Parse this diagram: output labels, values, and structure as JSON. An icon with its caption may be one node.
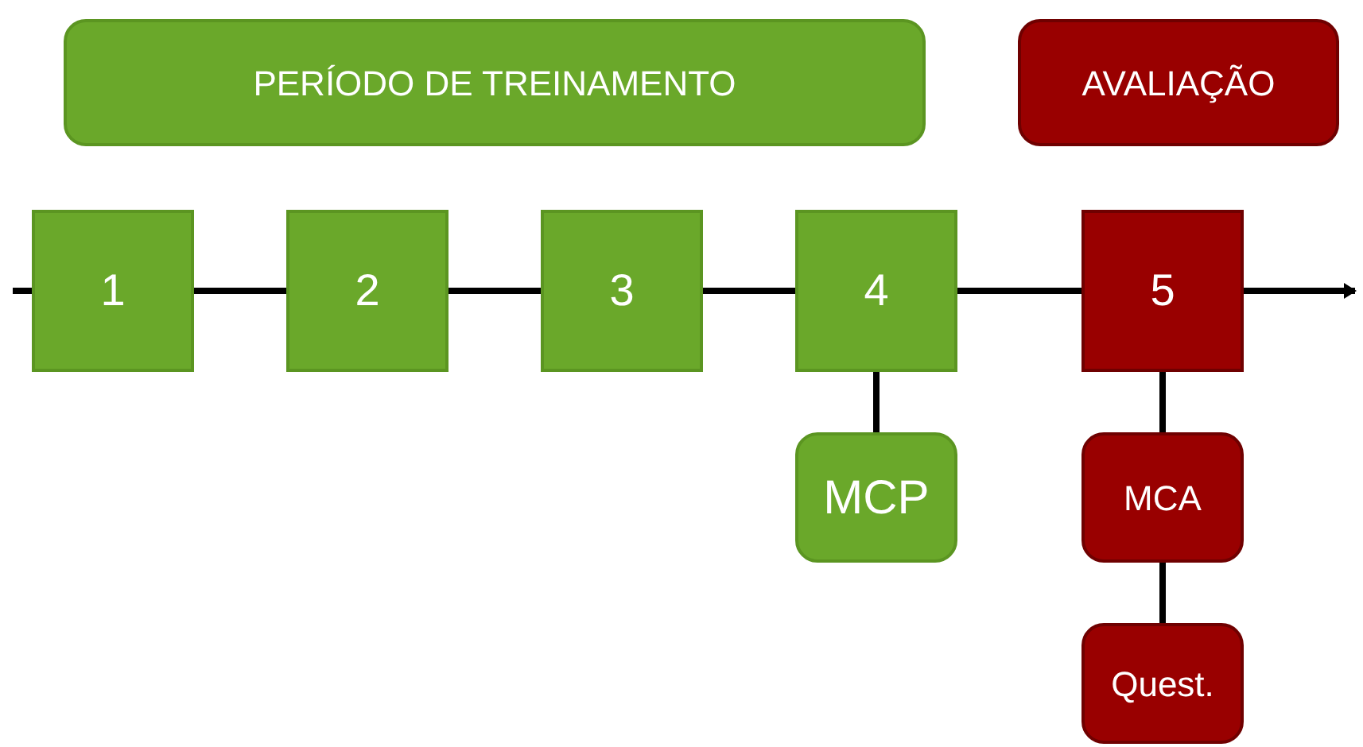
{
  "diagram": {
    "nodes": [
      {
        "text": [
          "PERÍODO DE TREINAMENTO"
        ]
      },
      {
        "text": [
          "AVALIAÇÃO"
        ]
      },
      {
        "text": [
          "1"
        ]
      },
      {
        "text": [
          "2"
        ]
      },
      {
        "text": [
          "3"
        ]
      },
      {
        "text": [
          "4"
        ]
      },
      {
        "text": [
          "5"
        ]
      },
      {
        "text": [
          "MCP"
        ]
      },
      {
        "text": [
          "MCA"
        ]
      },
      {
        "text": [
          "Quest."
        ]
      }
    ],
    "edges": [
      {
        "from": null,
        "to": 2,
        "arrow": "none"
      },
      {
        "from": 2,
        "to": 3,
        "arrow": "none"
      },
      {
        "from": 3,
        "to": 4,
        "arrow": "none"
      },
      {
        "from": 4,
        "to": 5,
        "arrow": "none"
      },
      {
        "from": 5,
        "to": 6,
        "arrow": "none"
      },
      {
        "from": 6,
        "to": null,
        "arrow": "to"
      },
      {
        "from": 5,
        "to": 7,
        "arrow": "none"
      },
      {
        "from": 6,
        "to": 8,
        "arrow": "none"
      },
      {
        "from": 8,
        "to": 9,
        "arrow": "none"
      }
    ]
  }
}
